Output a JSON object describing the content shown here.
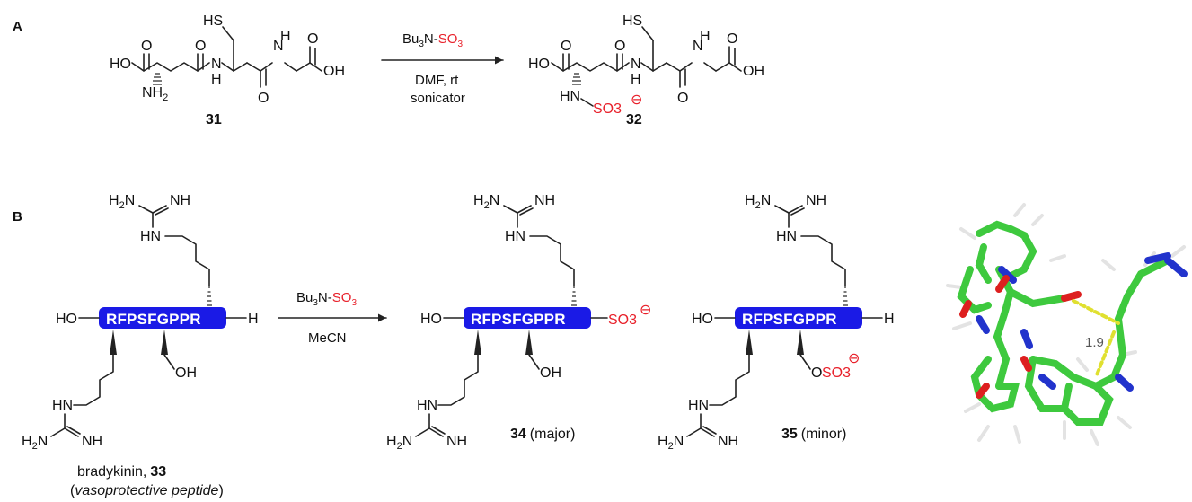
{
  "panels": {
    "a": "A",
    "b": "B"
  },
  "reaction_a": {
    "reagent": "Bu3N-SO3",
    "conditions": [
      "DMF, rt",
      "sonicator"
    ],
    "compound_start": "31",
    "compound_product": "32"
  },
  "reaction_b": {
    "reagent": "Bu3N-SO3",
    "solvent": "MeCN",
    "peptide_sequence": "RFPSFGPPR",
    "start_name": "bradykinin,",
    "start_number": "33",
    "start_description": "vasoprotective peptide",
    "product_major_number": "34",
    "product_major_label": "(major)",
    "product_minor_number": "35",
    "product_minor_label": "(minor)"
  },
  "model": {
    "distance_label": "1.9"
  },
  "labels": {
    "hs": "HS",
    "ho": "HO",
    "oh": "OH",
    "o": "O",
    "h": "H",
    "n": "N",
    "nh": "NH",
    "hn": "HN",
    "nh2": "NH2",
    "h2n": "H2N",
    "so3": "SO3",
    "minus": "⊖"
  },
  "colors": {
    "sulfonate": "#e8202a",
    "peptide_box": "#1a1ae6",
    "carbon": "#3ec93e",
    "nitrogen": "#2233cc",
    "oxygen": "#dd1f1f",
    "hbond": "#e0e030"
  }
}
